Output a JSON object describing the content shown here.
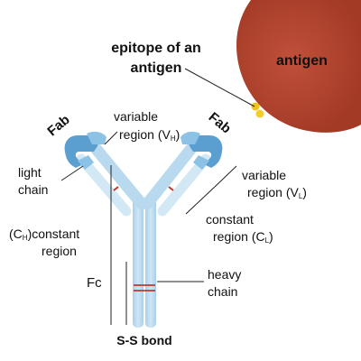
{
  "antigen_label": "antigen",
  "epitope": {
    "line1": "epitope of an",
    "line2": "antigen"
  },
  "fab_left": "Fab",
  "fab_right": "Fab",
  "variable_heavy": {
    "line1": "variable",
    "line2": "region",
    "abbr": "(V",
    "sub": "H",
    "close": ")"
  },
  "variable_light": {
    "line1": "variable",
    "line2": "region",
    "abbr": "(V",
    "sub": "L",
    "close": ")"
  },
  "light_chain": {
    "line1": "light",
    "line2": "chain"
  },
  "constant_light": {
    "line1": "constant",
    "line2": "region",
    "abbr": "(C",
    "sub": "L",
    "close": ")"
  },
  "constant_heavy": {
    "abbr": "(C",
    "sub": "H",
    "close": ")",
    "line1": "constant",
    "line2": "region"
  },
  "fc": "Fc",
  "heavy_chain": {
    "line1": "heavy",
    "line2": "chain"
  },
  "ss_bond": "S-S bond",
  "colors": {
    "antigen_center": "#b84a30",
    "antigen_edge": "#a63a26",
    "heavy_chain": "#b9daee",
    "light_chain": "#d2e8f4",
    "variable_dark": "#5b9fd0",
    "variable_light": "#8cc2e6",
    "epitope": "#f0c419",
    "disulfide": "#c0392b"
  }
}
